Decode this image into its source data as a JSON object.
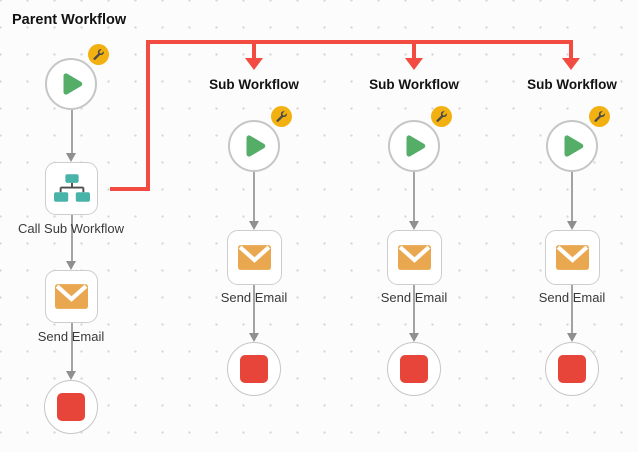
{
  "canvas": {
    "background": "#fcfcfc",
    "grid_dot_color": "#d8d8d8"
  },
  "parent_workflow": {
    "title": "Parent Workflow",
    "nodes": [
      {
        "name": "start",
        "icon": "play-icon",
        "badge": "wrench-icon"
      },
      {
        "name": "call-sub-workflow",
        "icon": "hierarchy-icon",
        "label": "Call Sub Workflow"
      },
      {
        "name": "send-email",
        "icon": "email-icon",
        "label": "Send Email"
      },
      {
        "name": "end",
        "icon": "stop-icon"
      }
    ]
  },
  "sub_workflows": [
    {
      "title": "Sub Workflow",
      "nodes": [
        {
          "name": "start",
          "icon": "play-icon",
          "badge": "wrench-icon"
        },
        {
          "name": "send-email",
          "icon": "email-icon",
          "label": "Send Email"
        },
        {
          "name": "end",
          "icon": "stop-icon"
        }
      ]
    },
    {
      "title": "Sub Workflow",
      "nodes": [
        {
          "name": "start",
          "icon": "play-icon",
          "badge": "wrench-icon"
        },
        {
          "name": "send-email",
          "icon": "email-icon",
          "label": "Send Email"
        },
        {
          "name": "end",
          "icon": "stop-icon"
        }
      ]
    },
    {
      "title": "Sub Workflow",
      "nodes": [
        {
          "name": "start",
          "icon": "play-icon",
          "badge": "wrench-icon"
        },
        {
          "name": "send-email",
          "icon": "email-icon",
          "label": "Send Email"
        },
        {
          "name": "end",
          "icon": "stop-icon"
        }
      ]
    }
  ],
  "colors": {
    "connector_red": "#f14b42",
    "stop_red": "#e8453a",
    "play_green": "#55ae67",
    "hierarchy_teal": "#48b3a9",
    "email_orange": "#e9a84f",
    "badge_yellow": "#f2b111",
    "arrow_gray": "#a3a3a3"
  }
}
